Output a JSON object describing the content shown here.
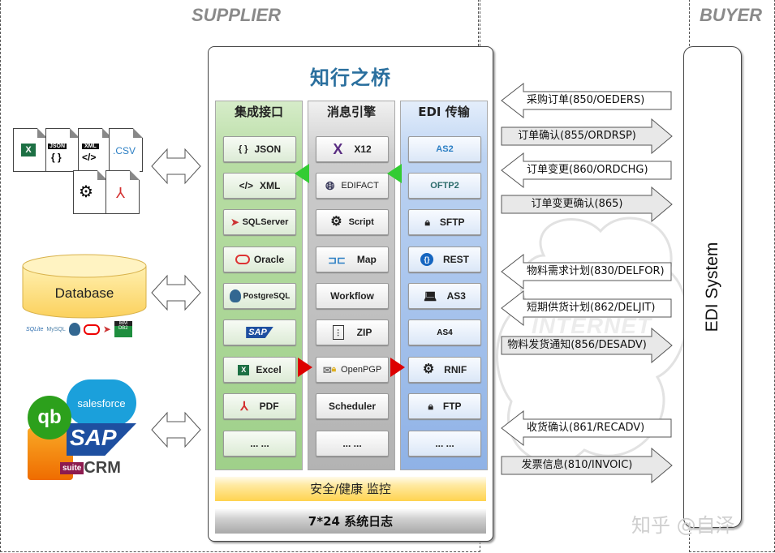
{
  "zones": {
    "supplier_label": "SUPPLIER",
    "buyer_label": "BUYER"
  },
  "left_sources": {
    "files": {
      "icons": [
        "excel-file-icon",
        "json-file-icon",
        "xml-file-icon",
        "csv-file-icon",
        "script-file-icon",
        "pdf-file-icon"
      ],
      "json_tag": "JSON",
      "json_glyph": "{ }",
      "xml_tag": "XML",
      "xml_glyph": "</>",
      "csv_label": ".CSV",
      "excel_glyph": "X"
    },
    "database": {
      "label": "Database",
      "logos": [
        "SQLite",
        "MySQL",
        "PostgreSQL",
        "Oracle",
        "SQLServer",
        "IBM DB2"
      ],
      "sqlite": "SQLite",
      "mysql": "MySQL",
      "ibm": "IBM",
      "db2": "DB2"
    },
    "apps": {
      "salesforce": "salesforce",
      "sap": "SAP",
      "suite": "suite",
      "crm": "CRM",
      "qb": "qb"
    }
  },
  "panel": {
    "title": "知行之桥",
    "columns": [
      {
        "header": "集成接口",
        "items": [
          {
            "label": "JSON",
            "icon": "json-icon"
          },
          {
            "label": "XML",
            "icon": "xml-icon"
          },
          {
            "label": "SQLServer",
            "icon": "sqlserver-icon"
          },
          {
            "label": "Oracle",
            "icon": "oracle-icon"
          },
          {
            "label": "PostgreSQL",
            "icon": "postgresql-icon"
          },
          {
            "label": "SAP",
            "icon": "sap-logo-icon"
          },
          {
            "label": "Excel",
            "icon": "excel-icon"
          },
          {
            "label": "PDF",
            "icon": "pdf-icon"
          },
          {
            "label": "... ...",
            "icon": ""
          }
        ]
      },
      {
        "header": "消息引擎",
        "items": [
          {
            "label": "X12",
            "icon": "x12-icon"
          },
          {
            "label": "EDIFACT",
            "icon": "globe-icon"
          },
          {
            "label": "Script",
            "icon": "gears-icon"
          },
          {
            "label": "Map",
            "icon": "map-icon"
          },
          {
            "label": "Workflow",
            "icon": ""
          },
          {
            "label": "ZIP",
            "icon": "zip-icon"
          },
          {
            "label": "OpenPGP",
            "icon": "mail-lock-icon"
          },
          {
            "label": "Scheduler",
            "icon": ""
          },
          {
            "label": "... ...",
            "icon": ""
          }
        ]
      },
      {
        "header": "EDI 传输",
        "items": [
          {
            "label": "AS2",
            "icon": "as2-icon"
          },
          {
            "label": "OFTP2",
            "icon": "oftp2-icon"
          },
          {
            "label": "SFTP",
            "icon": "lock-sync-icon"
          },
          {
            "label": "REST",
            "icon": "rest-icon"
          },
          {
            "label": "AS3",
            "icon": "laptop-sync-icon"
          },
          {
            "label": "AS4",
            "icon": "as4-icon"
          },
          {
            "label": "RNIF",
            "icon": "gears-icon"
          },
          {
            "label": "FTP",
            "icon": "lock-expand-icon"
          },
          {
            "label": "... ...",
            "icon": ""
          }
        ]
      }
    ],
    "monitor_bar": "安全/健康 监控",
    "log_bar": "7*24 系统日志"
  },
  "messages": [
    {
      "label": "采购订单(850/OEDERS)",
      "direction": "left"
    },
    {
      "label": "订单确认(855/ORDRSP)",
      "direction": "right"
    },
    {
      "label": "订单变更(860/ORDCHG)",
      "direction": "left"
    },
    {
      "label": "订单变更确认(865)",
      "direction": "right"
    },
    {
      "label": "物料需求计划(830/DELFOR)",
      "direction": "left"
    },
    {
      "label": "短期供货计划(862/DELJIT)",
      "direction": "left"
    },
    {
      "label": "物料发货通知(856/DESADV)",
      "direction": "right"
    },
    {
      "label": "收货确认(861/RECADV)",
      "direction": "left"
    },
    {
      "label": "发票信息(810/INVOIC)",
      "direction": "right"
    }
  ],
  "internet_label": "INTERNET",
  "buyer": {
    "system_label": "EDI System"
  },
  "watermark": "知乎 @自泽"
}
